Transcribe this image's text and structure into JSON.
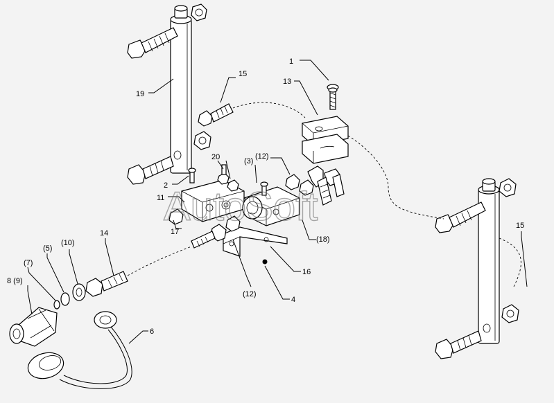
{
  "watermark": "AutoSoft",
  "callouts": [
    {
      "id": "c1",
      "text": "1"
    },
    {
      "id": "c13",
      "text": "13"
    },
    {
      "id": "c15a",
      "text": "15"
    },
    {
      "id": "c19",
      "text": "19"
    },
    {
      "id": "c20",
      "text": "20"
    },
    {
      "id": "c12a",
      "text": "(12)"
    },
    {
      "id": "c3",
      "text": "(3)"
    },
    {
      "id": "c2",
      "text": "2"
    },
    {
      "id": "c11",
      "text": "11"
    },
    {
      "id": "c17",
      "text": "17"
    },
    {
      "id": "c18",
      "text": "(18)"
    },
    {
      "id": "c16",
      "text": "16"
    },
    {
      "id": "c12b",
      "text": "(12)"
    },
    {
      "id": "c4",
      "text": "4"
    },
    {
      "id": "c14",
      "text": "14"
    },
    {
      "id": "c10",
      "text": "(10)"
    },
    {
      "id": "c5",
      "text": "(5)"
    },
    {
      "id": "c7",
      "text": "(7)"
    },
    {
      "id": "c89",
      "text": "8 (9)"
    },
    {
      "id": "c6",
      "text": "6"
    },
    {
      "id": "c15b",
      "text": "15"
    }
  ]
}
